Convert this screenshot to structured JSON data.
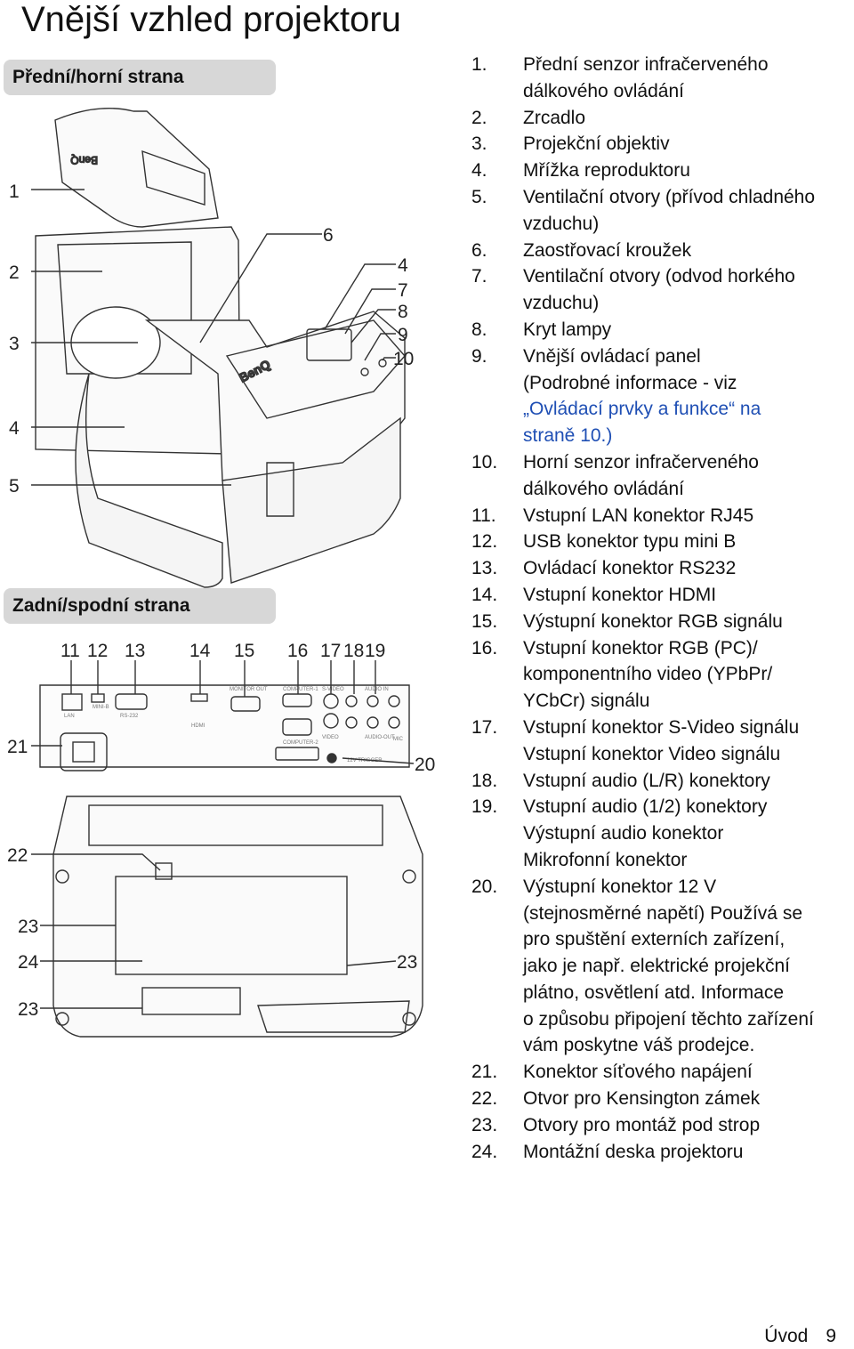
{
  "page_title": "Vnější vzhled projektoru",
  "section_front": "Přední/horní strana",
  "section_rear": "Zadní/spodní strana",
  "callouts": {
    "front": [
      "1",
      "2",
      "3",
      "4",
      "5",
      "6",
      "4",
      "7",
      "8",
      "9",
      "10"
    ],
    "rear": [
      "11",
      "12",
      "13",
      "14",
      "15",
      "16",
      "17",
      "18",
      "19",
      "21",
      "20",
      "22",
      "23",
      "24",
      "23",
      "23"
    ]
  },
  "device_labels": {
    "brand": "BenQ",
    "lan": "LAN",
    "mini_b": "MINI-B",
    "rs232": "RS-232",
    "hdmi": "HDMI",
    "monitor_out": "MONITOR OUT",
    "computer1": "COMPUTER-1",
    "computer2": "COMPUTER-2",
    "s_video": "S-VIDEO",
    "video": "VIDEO",
    "audio_in": "AUDIO IN",
    "audio_out": "AUDIO-OUT",
    "mic": "MIC",
    "trigger": "12V TRIGGER"
  },
  "items": [
    {
      "n": "1.",
      "lines": [
        "Přední senzor infračerveného",
        "dálkového ovládání"
      ]
    },
    {
      "n": "2.",
      "lines": [
        "Zrcadlo"
      ]
    },
    {
      "n": "3.",
      "lines": [
        "Projekční objektiv"
      ]
    },
    {
      "n": "4.",
      "lines": [
        "Mřížka reproduktoru"
      ]
    },
    {
      "n": "5.",
      "lines": [
        "Ventilační otvory (přívod chladného",
        "vzduchu)"
      ]
    },
    {
      "n": "6.",
      "lines": [
        "Zaostřovací kroužek"
      ]
    },
    {
      "n": "7.",
      "lines": [
        "Ventilační otvory (odvod horkého",
        "vzduchu)"
      ]
    },
    {
      "n": "8.",
      "lines": [
        "Kryt lampy"
      ]
    },
    {
      "n": "9.",
      "lines": [
        "Vnější ovládací panel",
        "(Podrobné informace - viz"
      ]
    },
    {
      "n": "10.",
      "lines": [
        "Horní senzor infračerveného",
        "dálkového ovládání"
      ]
    },
    {
      "n": "11.",
      "lines": [
        "Vstupní LAN konektor RJ45"
      ]
    },
    {
      "n": "12.",
      "lines": [
        "USB konektor typu mini B"
      ]
    },
    {
      "n": "13.",
      "lines": [
        "Ovládací konektor RS232"
      ]
    },
    {
      "n": "14.",
      "lines": [
        "Vstupní konektor HDMI"
      ]
    },
    {
      "n": "15.",
      "lines": [
        "Výstupní konektor RGB signálu"
      ]
    },
    {
      "n": "16.",
      "lines": [
        "Vstupní konektor RGB (PC)/",
        "komponentního video (YPbPr/",
        "YCbCr) signálu"
      ]
    },
    {
      "n": "17.",
      "lines": [
        "Vstupní konektor S-Video signálu",
        "Vstupní konektor Video signálu"
      ]
    },
    {
      "n": "18.",
      "lines": [
        "Vstupní audio (L/R) konektory"
      ]
    },
    {
      "n": "19.",
      "lines": [
        "Vstupní audio (1/2) konektory",
        "Výstupní audio konektor",
        "Mikrofonní konektor"
      ]
    },
    {
      "n": "20.",
      "lines": [
        "Výstupní konektor 12 V",
        "(stejnosměrné napětí) Používá se",
        "pro spuštění externích zařízení,",
        "jako je např. elektrické projekční",
        "plátno, osvětlení atd. Informace",
        "o způsobu připojení těchto zařízení",
        "vám poskytne váš prodejce."
      ]
    },
    {
      "n": "21.",
      "lines": [
        "Konektor síťového napájení"
      ]
    },
    {
      "n": "22.",
      "lines": [
        "Otvor pro Kensington zámek"
      ]
    },
    {
      "n": "23.",
      "lines": [
        "Otvory pro montáž pod strop"
      ]
    },
    {
      "n": "24.",
      "lines": [
        "Montážní deska projektoru"
      ]
    }
  ],
  "item9_link": "„Ovládací prvky a funkce“",
  "item9_link_tail": " na",
  "item9_last_line": "straně 10.)",
  "footer": {
    "section": "Úvod",
    "page": "9"
  },
  "colors": {
    "section_bg": "#d7d7d7",
    "link": "#1f4fb4",
    "line": "#333333"
  }
}
